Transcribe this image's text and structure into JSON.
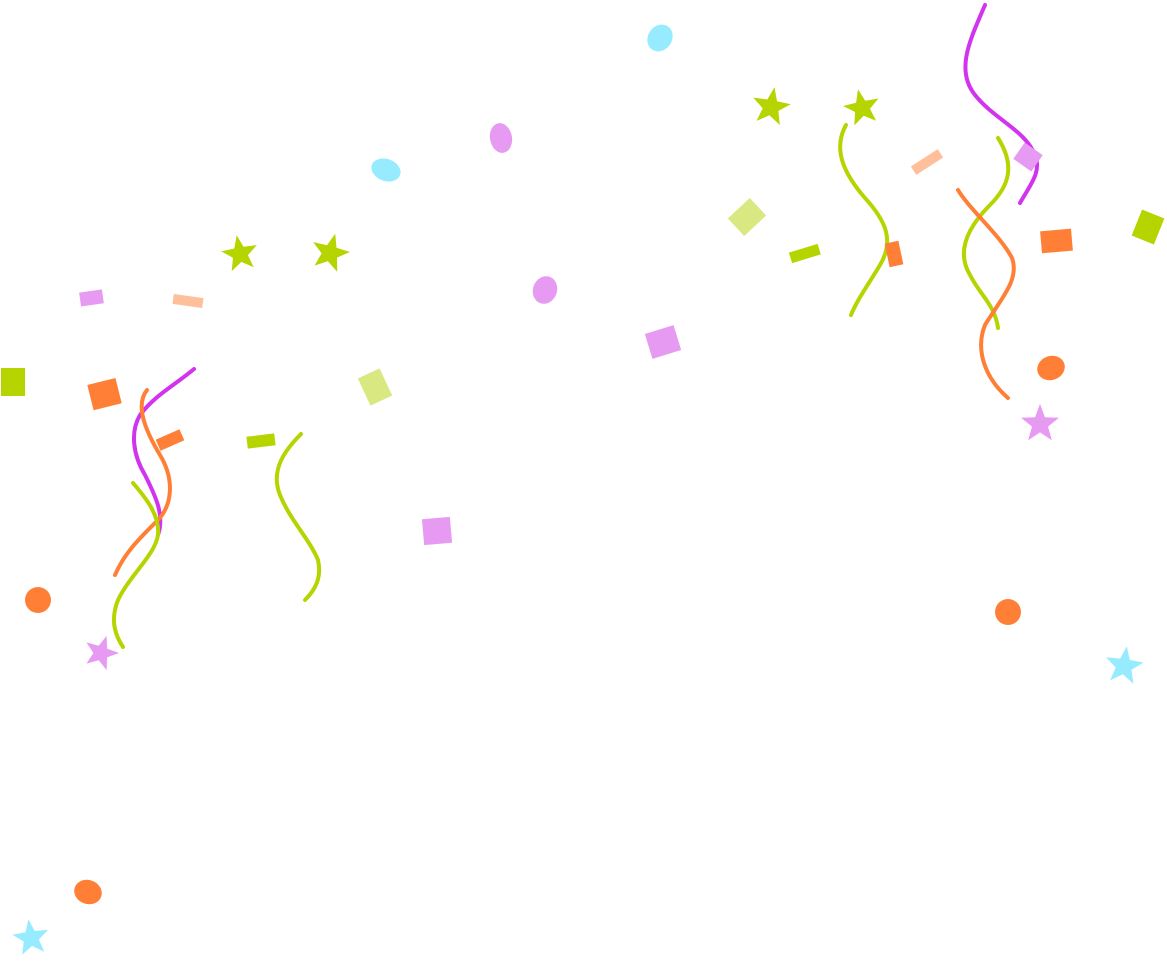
{
  "scene": {
    "background": "#ffffff",
    "palette": {
      "orange": "#ff7f36",
      "lime": "#b5d400",
      "light_lime": "#d9e880",
      "magenta": "#d233ee",
      "pink": "#e79af2",
      "peach": "#ffbf9b",
      "cyan": "#97ebff"
    },
    "ribbons": [
      {
        "name": "ribbon-magenta-top-right",
        "color": "magenta",
        "icon": "streamer-icon"
      },
      {
        "name": "ribbon-lime-top-right",
        "color": "lime",
        "icon": "streamer-icon"
      },
      {
        "name": "ribbon-orange-top-right",
        "color": "orange",
        "icon": "streamer-icon"
      },
      {
        "name": "ribbon-lime-mid-right",
        "color": "lime",
        "icon": "streamer-icon"
      },
      {
        "name": "ribbon-magenta-left",
        "color": "magenta",
        "icon": "streamer-icon"
      },
      {
        "name": "ribbon-orange-left",
        "color": "orange",
        "icon": "streamer-icon"
      },
      {
        "name": "ribbon-lime-left",
        "color": "lime",
        "icon": "streamer-icon"
      },
      {
        "name": "ribbon-lime-center-left",
        "color": "lime",
        "icon": "streamer-icon"
      }
    ],
    "rects": [
      {
        "name": "confetti-rect-1",
        "color": "pink",
        "icon": "rectangle-icon"
      },
      {
        "name": "confetti-rect-2",
        "color": "peach",
        "icon": "rectangle-icon"
      },
      {
        "name": "confetti-rect-3",
        "color": "lime",
        "icon": "rectangle-icon"
      },
      {
        "name": "confetti-rect-4",
        "color": "orange",
        "icon": "rectangle-icon"
      },
      {
        "name": "confetti-rect-5",
        "color": "orange",
        "icon": "rectangle-icon"
      },
      {
        "name": "confetti-rect-6",
        "color": "lime",
        "icon": "rectangle-icon"
      },
      {
        "name": "confetti-rect-7",
        "color": "light_lime",
        "icon": "rectangle-icon"
      },
      {
        "name": "confetti-rect-8",
        "color": "pink",
        "icon": "rectangle-icon"
      },
      {
        "name": "confetti-rect-9",
        "color": "pink",
        "icon": "rectangle-icon"
      },
      {
        "name": "confetti-rect-10",
        "color": "light_lime",
        "icon": "rectangle-icon"
      },
      {
        "name": "confetti-rect-11",
        "color": "lime",
        "icon": "rectangle-icon"
      },
      {
        "name": "confetti-rect-12",
        "color": "orange",
        "icon": "rectangle-icon"
      },
      {
        "name": "confetti-rect-13",
        "color": "peach",
        "icon": "rectangle-icon"
      },
      {
        "name": "confetti-rect-14",
        "color": "pink",
        "icon": "rectangle-icon"
      },
      {
        "name": "confetti-rect-15",
        "color": "orange",
        "icon": "rectangle-icon"
      },
      {
        "name": "confetti-rect-16",
        "color": "lime",
        "icon": "rectangle-icon"
      }
    ],
    "dots": [
      {
        "name": "confetti-dot-1",
        "color": "cyan",
        "icon": "circle-icon"
      },
      {
        "name": "confetti-dot-2",
        "color": "pink",
        "icon": "circle-icon"
      },
      {
        "name": "confetti-dot-3",
        "color": "cyan",
        "icon": "circle-icon"
      },
      {
        "name": "confetti-dot-4",
        "color": "pink",
        "icon": "circle-icon"
      },
      {
        "name": "confetti-dot-5",
        "color": "orange",
        "icon": "circle-icon"
      },
      {
        "name": "confetti-dot-6",
        "color": "orange",
        "icon": "circle-icon"
      },
      {
        "name": "confetti-dot-7",
        "color": "orange",
        "icon": "circle-icon"
      },
      {
        "name": "confetti-dot-8",
        "color": "orange",
        "icon": "circle-icon"
      }
    ],
    "stars": [
      {
        "name": "confetti-star-1",
        "color": "lime",
        "icon": "star-icon"
      },
      {
        "name": "confetti-star-2",
        "color": "lime",
        "icon": "star-icon"
      },
      {
        "name": "confetti-star-3",
        "color": "lime",
        "icon": "star-icon"
      },
      {
        "name": "confetti-star-4",
        "color": "lime",
        "icon": "star-icon"
      },
      {
        "name": "confetti-star-5",
        "color": "pink",
        "icon": "star-icon"
      },
      {
        "name": "confetti-star-6",
        "color": "pink",
        "icon": "star-icon"
      },
      {
        "name": "confetti-star-7",
        "color": "cyan",
        "icon": "star-icon"
      },
      {
        "name": "confetti-star-8",
        "color": "cyan",
        "icon": "star-icon"
      }
    ]
  }
}
